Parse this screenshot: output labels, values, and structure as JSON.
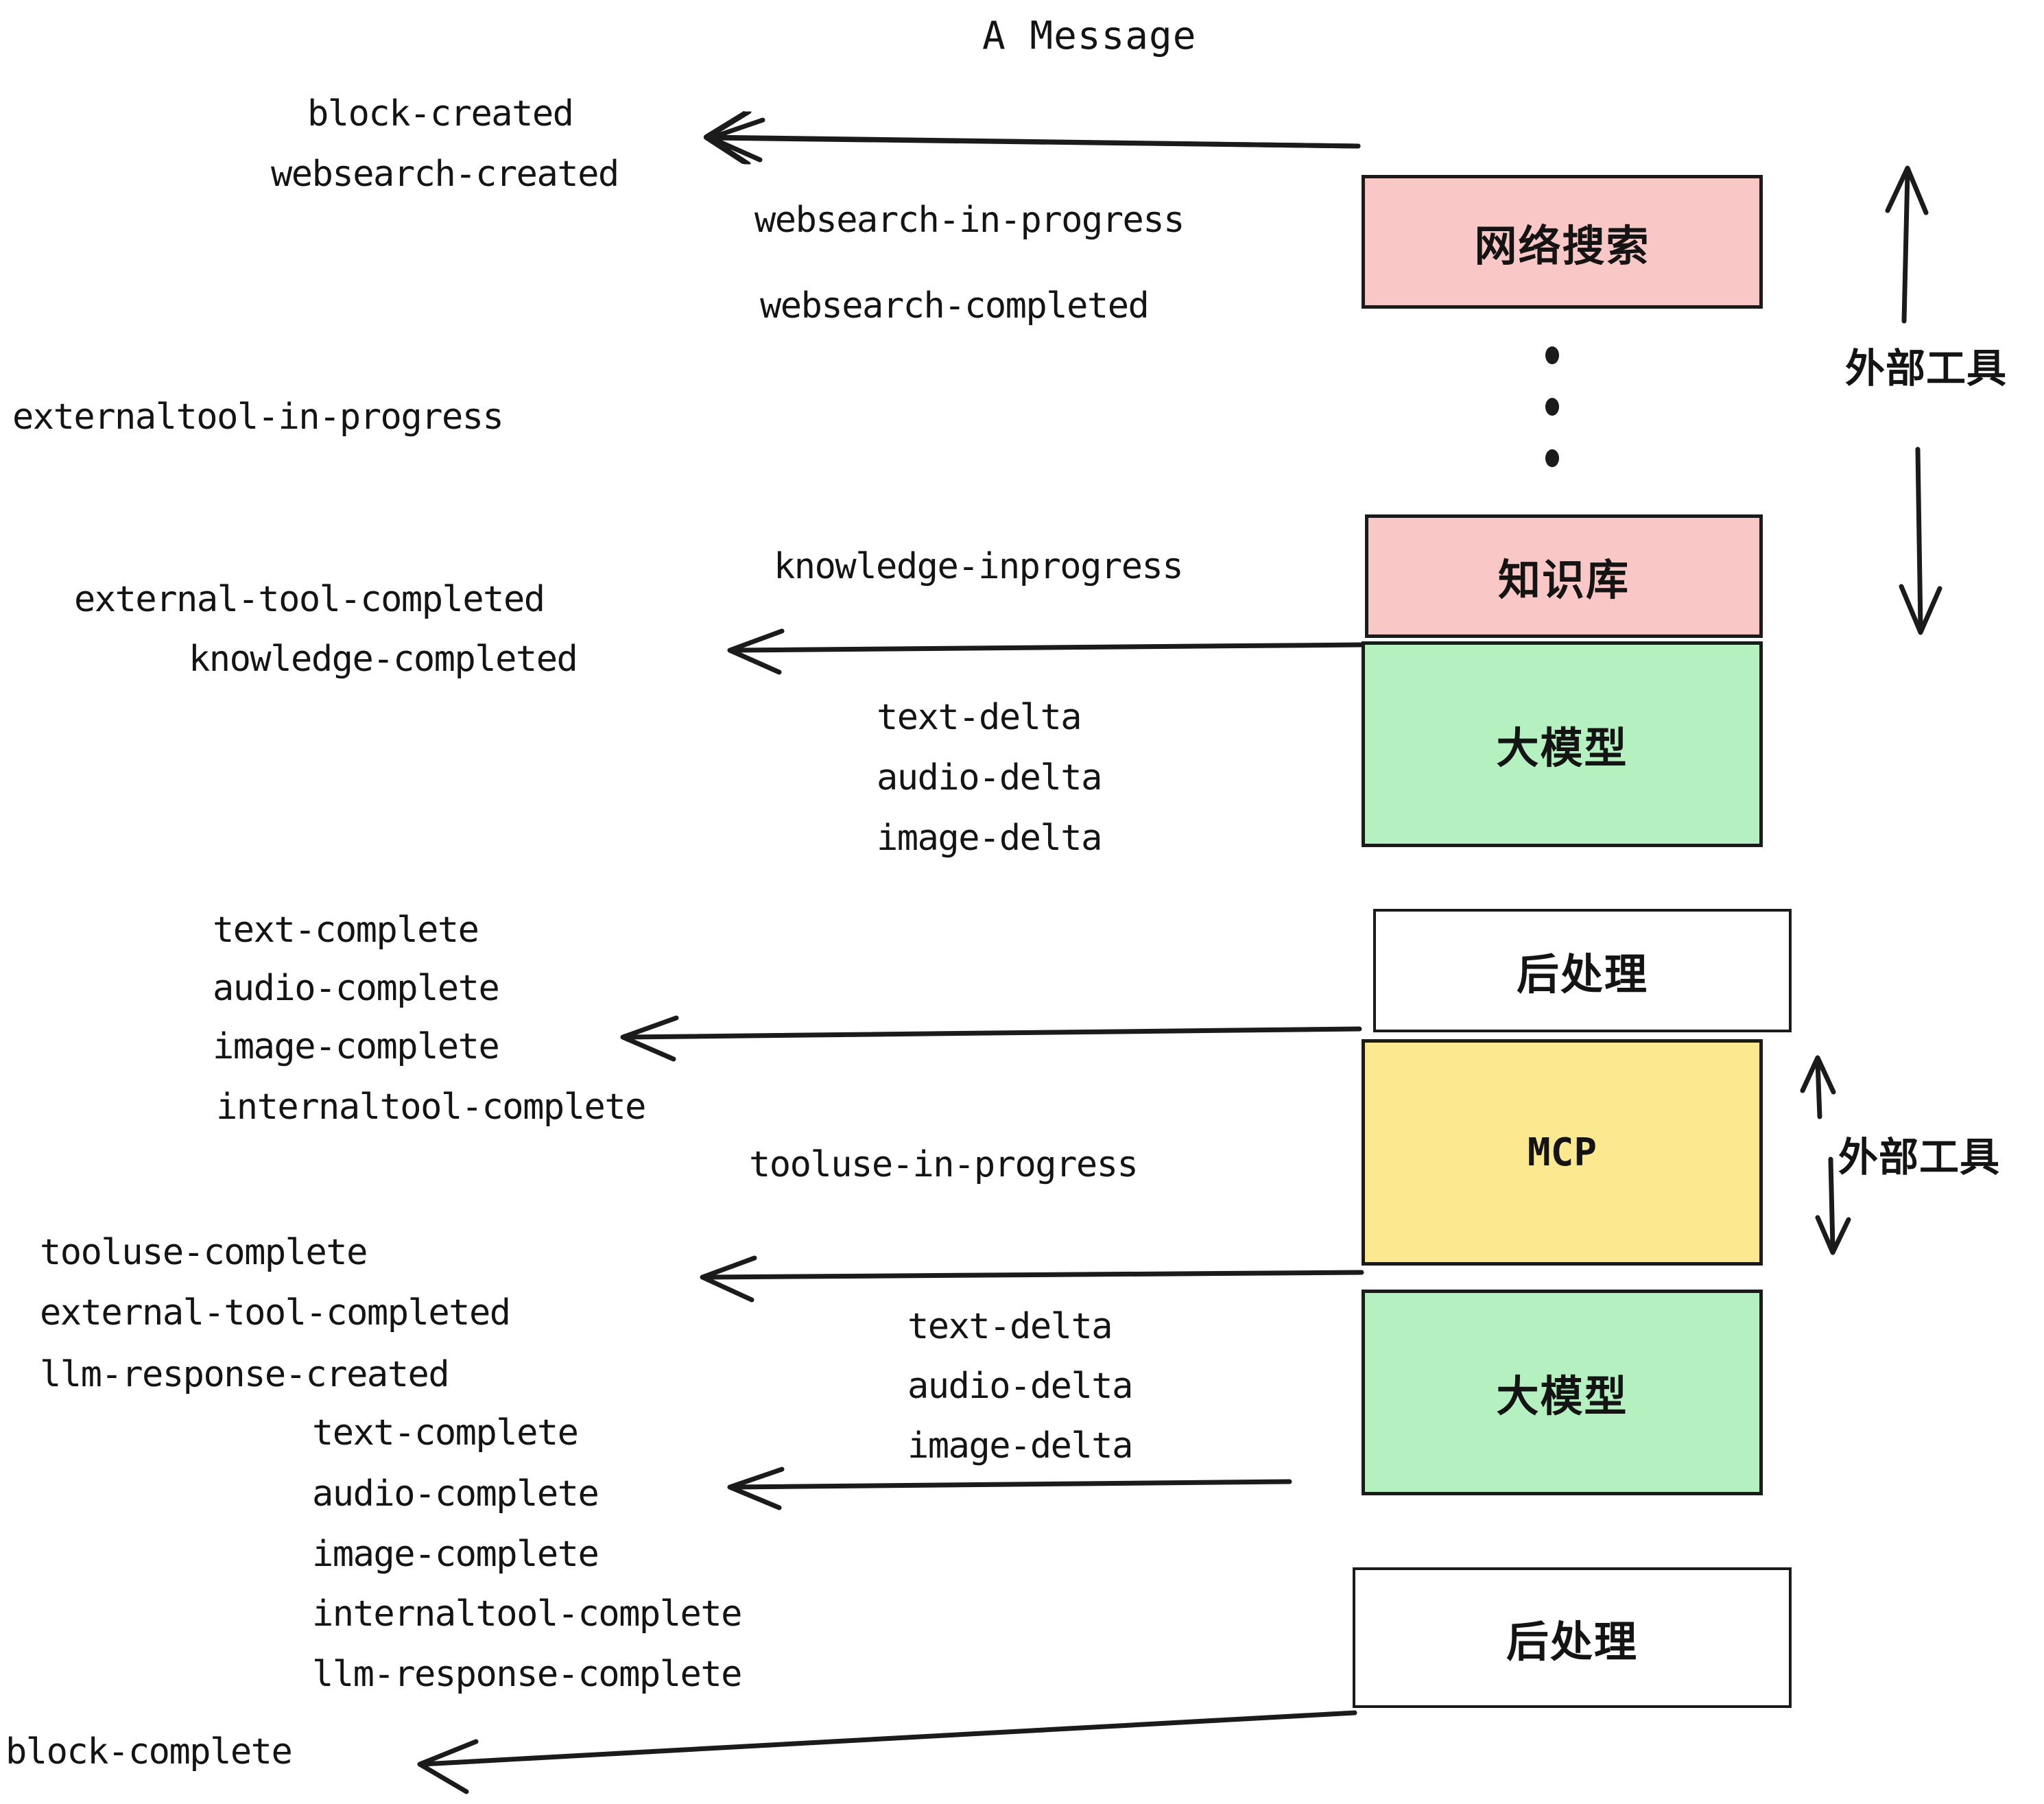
{
  "title": "A Message",
  "colors": {
    "pink": "#fac7c7",
    "green": "#b5f1c0",
    "yellow": "#fbe88f",
    "white": "#ffffff",
    "stroke": "#1b1b1b",
    "text": "#141414"
  },
  "boxes": [
    {
      "id": "websearch",
      "label": "网络搜索",
      "fill": "#fac7c7"
    },
    {
      "id": "knowledge",
      "label": "知识库",
      "fill": "#fac7c7"
    },
    {
      "id": "llm-top",
      "label": "大模型",
      "fill": "#b5f1c0"
    },
    {
      "id": "postprocess-1",
      "label": "后处理",
      "fill": "#ffffff"
    },
    {
      "id": "mcp",
      "label": "MCP",
      "fill": "#fbe88f"
    },
    {
      "id": "llm-bottom",
      "label": "大模型",
      "fill": "#b5f1c0"
    },
    {
      "id": "postprocess-2",
      "label": "后处理",
      "fill": "#ffffff"
    }
  ],
  "side_labels": [
    {
      "id": "external-tools-top",
      "label": "外部工具"
    },
    {
      "id": "external-tools-bottom",
      "label": "外部工具"
    }
  ],
  "events": [
    {
      "id": "block-created",
      "text": "block-created"
    },
    {
      "id": "websearch-created",
      "text": "websearch-created"
    },
    {
      "id": "websearch-in-progress",
      "text": "websearch-in-progress"
    },
    {
      "id": "websearch-completed",
      "text": "websearch-completed"
    },
    {
      "id": "externaltool-in-progress",
      "text": "externaltool-in-progress"
    },
    {
      "id": "knowledge-inprogress",
      "text": "knowledge-inprogress"
    },
    {
      "id": "external-tool-completed-1",
      "text": "external-tool-completed"
    },
    {
      "id": "knowledge-completed",
      "text": "knowledge-completed"
    },
    {
      "id": "text-delta-1",
      "text": "text-delta"
    },
    {
      "id": "audio-delta-1",
      "text": "audio-delta"
    },
    {
      "id": "image-delta-1",
      "text": "image-delta"
    },
    {
      "id": "text-complete-1",
      "text": "text-complete"
    },
    {
      "id": "audio-complete-1",
      "text": "audio-complete"
    },
    {
      "id": "image-complete-1",
      "text": "image-complete"
    },
    {
      "id": "internaltool-complete-1",
      "text": "internaltool-complete"
    },
    {
      "id": "tooluse-in-progress",
      "text": "tooluse-in-progress"
    },
    {
      "id": "tooluse-complete",
      "text": "tooluse-complete"
    },
    {
      "id": "external-tool-completed-2",
      "text": "external-tool-completed"
    },
    {
      "id": "llm-response-created",
      "text": "llm-response-created"
    },
    {
      "id": "text-delta-2",
      "text": "text-delta"
    },
    {
      "id": "audio-delta-2",
      "text": "audio-delta"
    },
    {
      "id": "image-delta-2",
      "text": "image-delta"
    },
    {
      "id": "text-complete-2",
      "text": "text-complete"
    },
    {
      "id": "audio-complete-2",
      "text": "audio-complete"
    },
    {
      "id": "image-complete-2",
      "text": "image-complete"
    },
    {
      "id": "internaltool-complete-2",
      "text": "internaltool-complete"
    },
    {
      "id": "llm-response-complete",
      "text": "llm-response-complete"
    },
    {
      "id": "block-complete",
      "text": "block-complete"
    }
  ]
}
